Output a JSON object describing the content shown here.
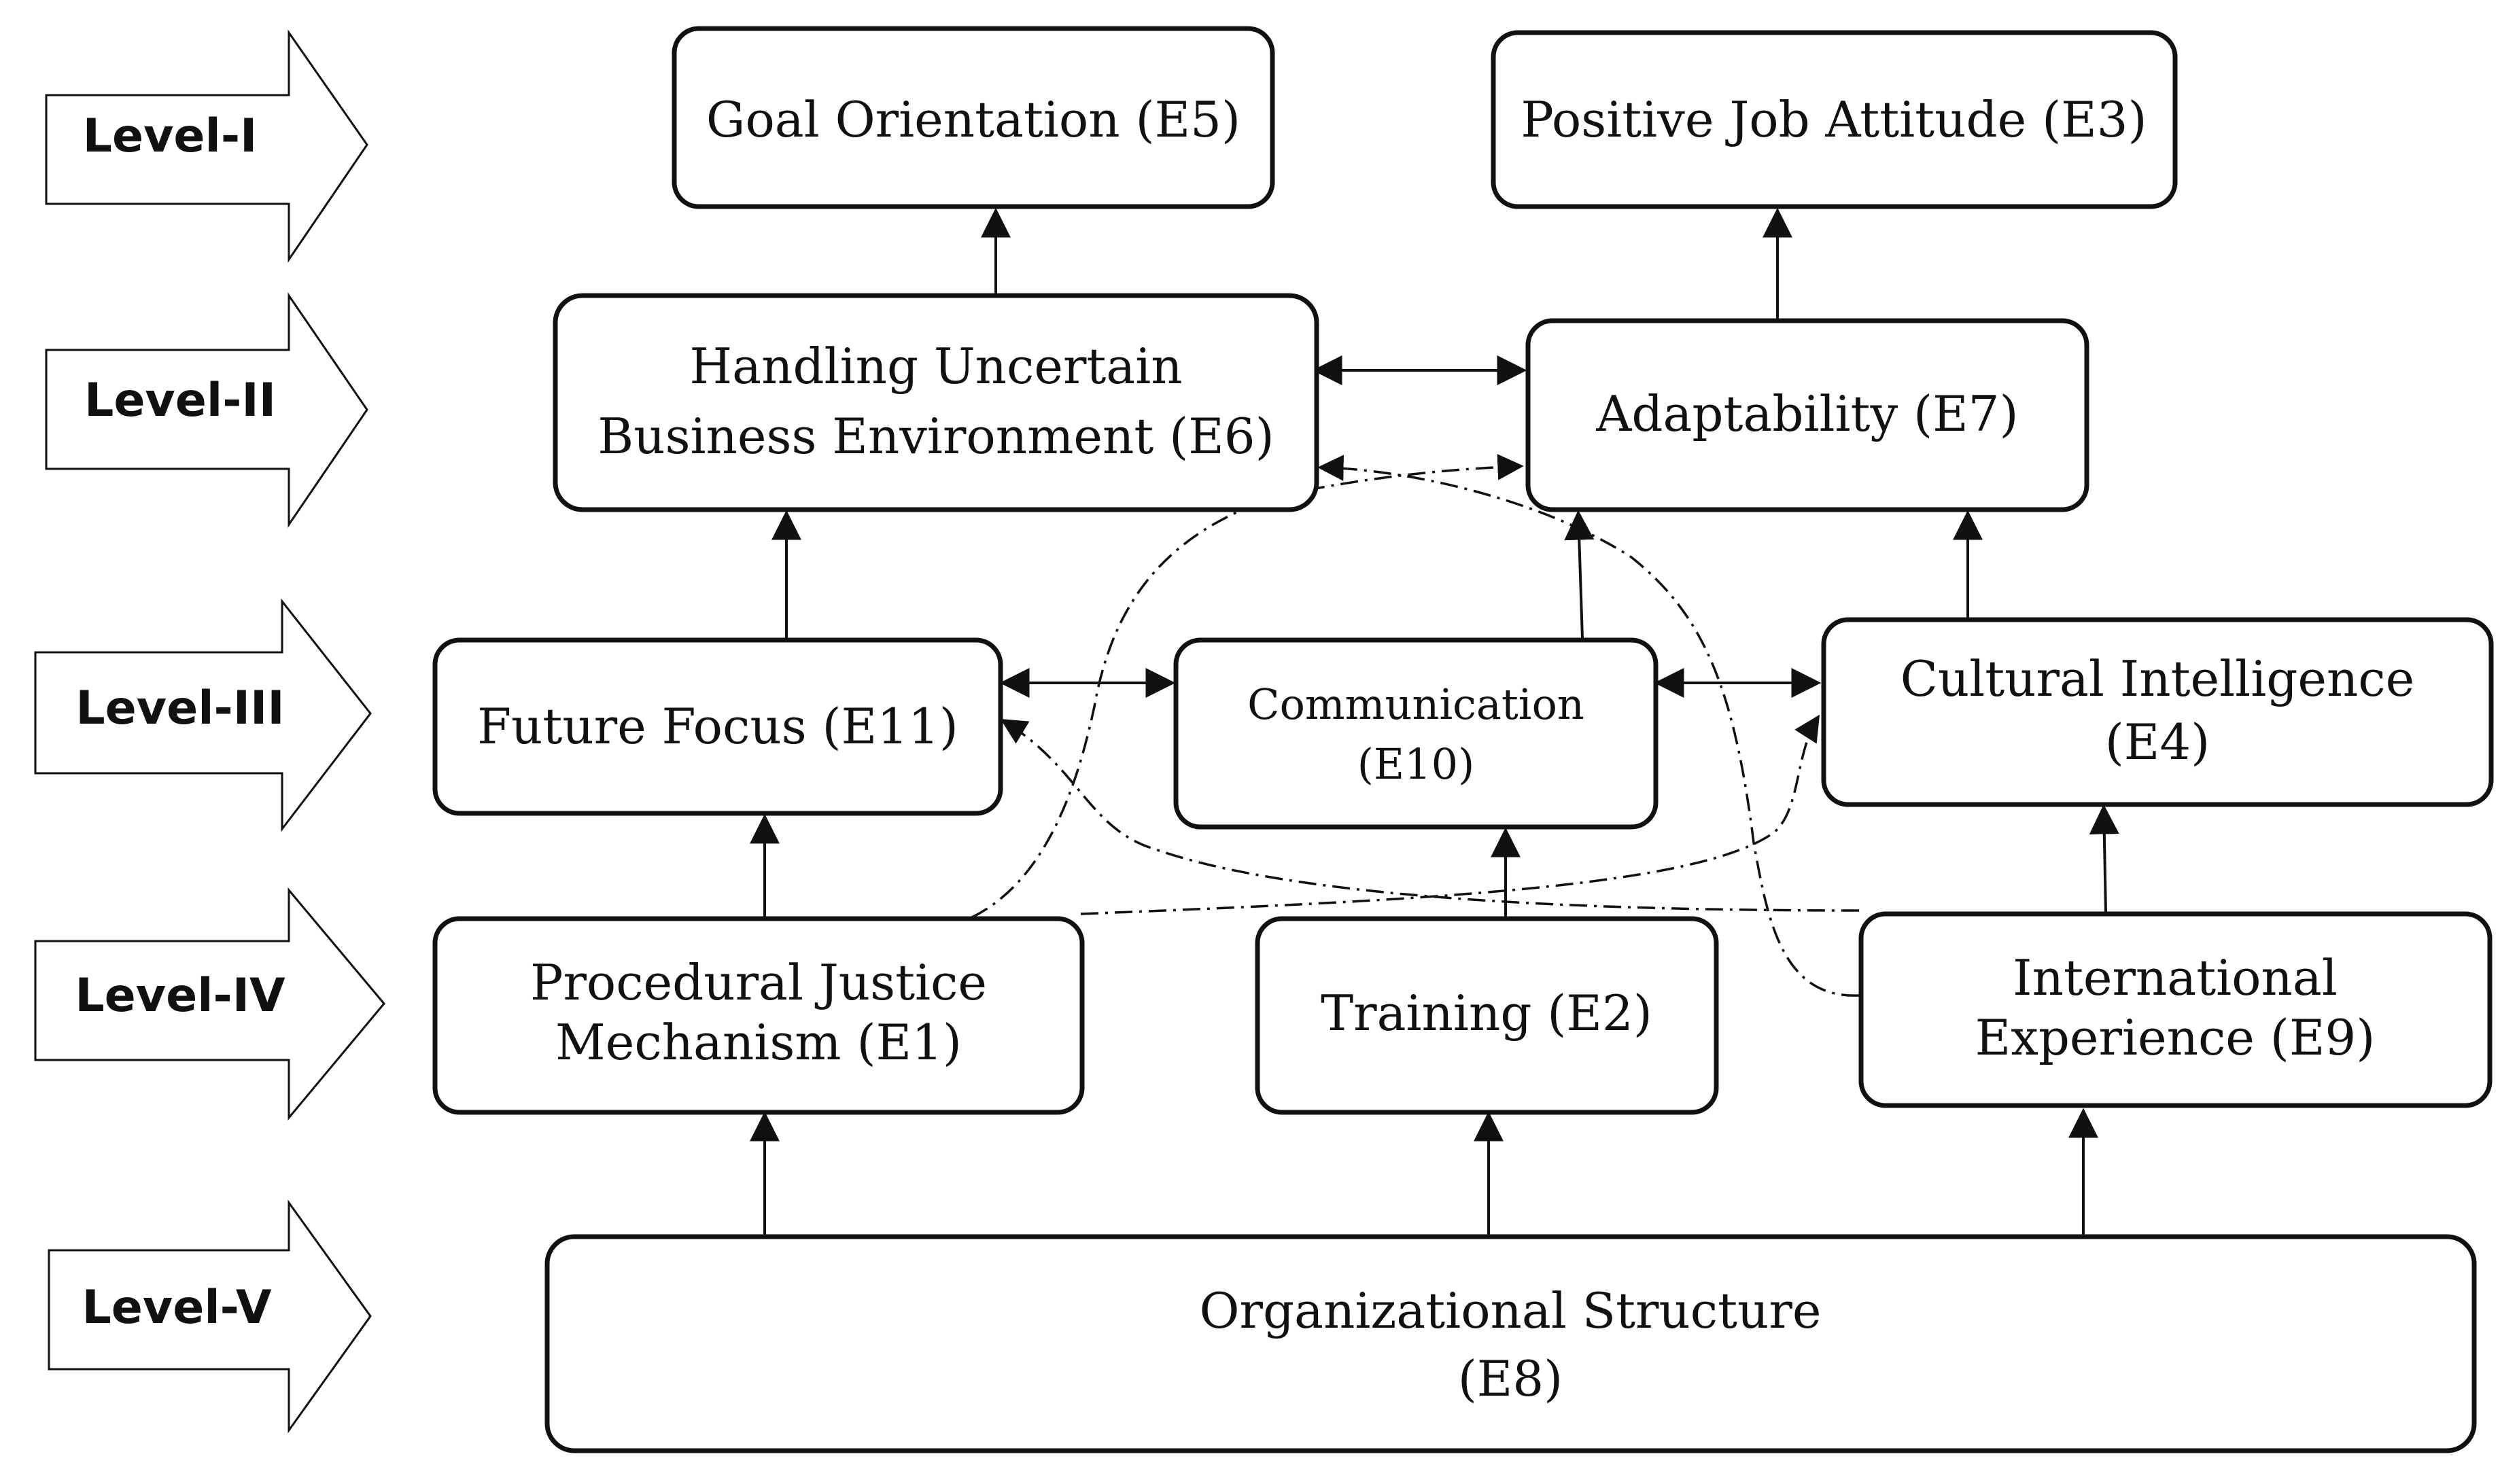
{
  "levels": [
    "Level-I",
    "Level-II",
    "Level-III",
    "Level-IV",
    "Level-V"
  ],
  "nodes": {
    "e5": {
      "lines": [
        "Goal Orientation (E5)"
      ]
    },
    "e3": {
      "lines": [
        "Positive Job Attitude (E3)"
      ]
    },
    "e6": {
      "lines": [
        "Handling Uncertain",
        "Business Environment (E6)"
      ]
    },
    "e7": {
      "lines": [
        "Adaptability (E7)"
      ]
    },
    "e11": {
      "lines": [
        "Future Focus (E11)"
      ]
    },
    "e10": {
      "lines": [
        "Communication",
        "(E10)"
      ]
    },
    "e4": {
      "lines": [
        "Cultural Intelligence",
        "(E4)"
      ]
    },
    "e1": {
      "lines": [
        "Procedural Justice",
        "Mechanism (E1)"
      ]
    },
    "e2": {
      "lines": [
        "Training (E2)"
      ]
    },
    "e9": {
      "lines": [
        "International",
        "Experience (E9)"
      ]
    },
    "e8": {
      "lines": [
        "Organizational Structure",
        "(E8)"
      ]
    }
  },
  "edges": [
    {
      "from": "E6",
      "to": "E5",
      "style": "solid",
      "direction": "single"
    },
    {
      "from": "E7",
      "to": "E3",
      "style": "solid",
      "direction": "single"
    },
    {
      "from": "E6",
      "to": "E7",
      "style": "solid",
      "direction": "both"
    },
    {
      "from": "E11",
      "to": "E6",
      "style": "solid",
      "direction": "single"
    },
    {
      "from": "E10",
      "to": "E7",
      "style": "solid",
      "direction": "single"
    },
    {
      "from": "E4",
      "to": "E7",
      "style": "solid",
      "direction": "single"
    },
    {
      "from": "E11",
      "to": "E10",
      "style": "solid",
      "direction": "both"
    },
    {
      "from": "E10",
      "to": "E4",
      "style": "solid",
      "direction": "both"
    },
    {
      "from": "E1",
      "to": "E11",
      "style": "solid",
      "direction": "single"
    },
    {
      "from": "E2",
      "to": "E10",
      "style": "solid",
      "direction": "single"
    },
    {
      "from": "E9",
      "to": "E4",
      "style": "solid",
      "direction": "single"
    },
    {
      "from": "E8",
      "to": "E1",
      "style": "solid",
      "direction": "single"
    },
    {
      "from": "E8",
      "to": "E2",
      "style": "solid",
      "direction": "single"
    },
    {
      "from": "E8",
      "to": "E9",
      "style": "solid",
      "direction": "single"
    },
    {
      "from": "E1",
      "to": "E7",
      "style": "dash-dot",
      "direction": "single"
    },
    {
      "from": "E9",
      "to": "E6",
      "style": "dash-dot",
      "direction": "single"
    },
    {
      "from": "E9",
      "to": "E11",
      "style": "dash-dot",
      "direction": "single"
    },
    {
      "from": "E1",
      "to": "E4",
      "style": "dash-dot",
      "direction": "single"
    }
  ]
}
